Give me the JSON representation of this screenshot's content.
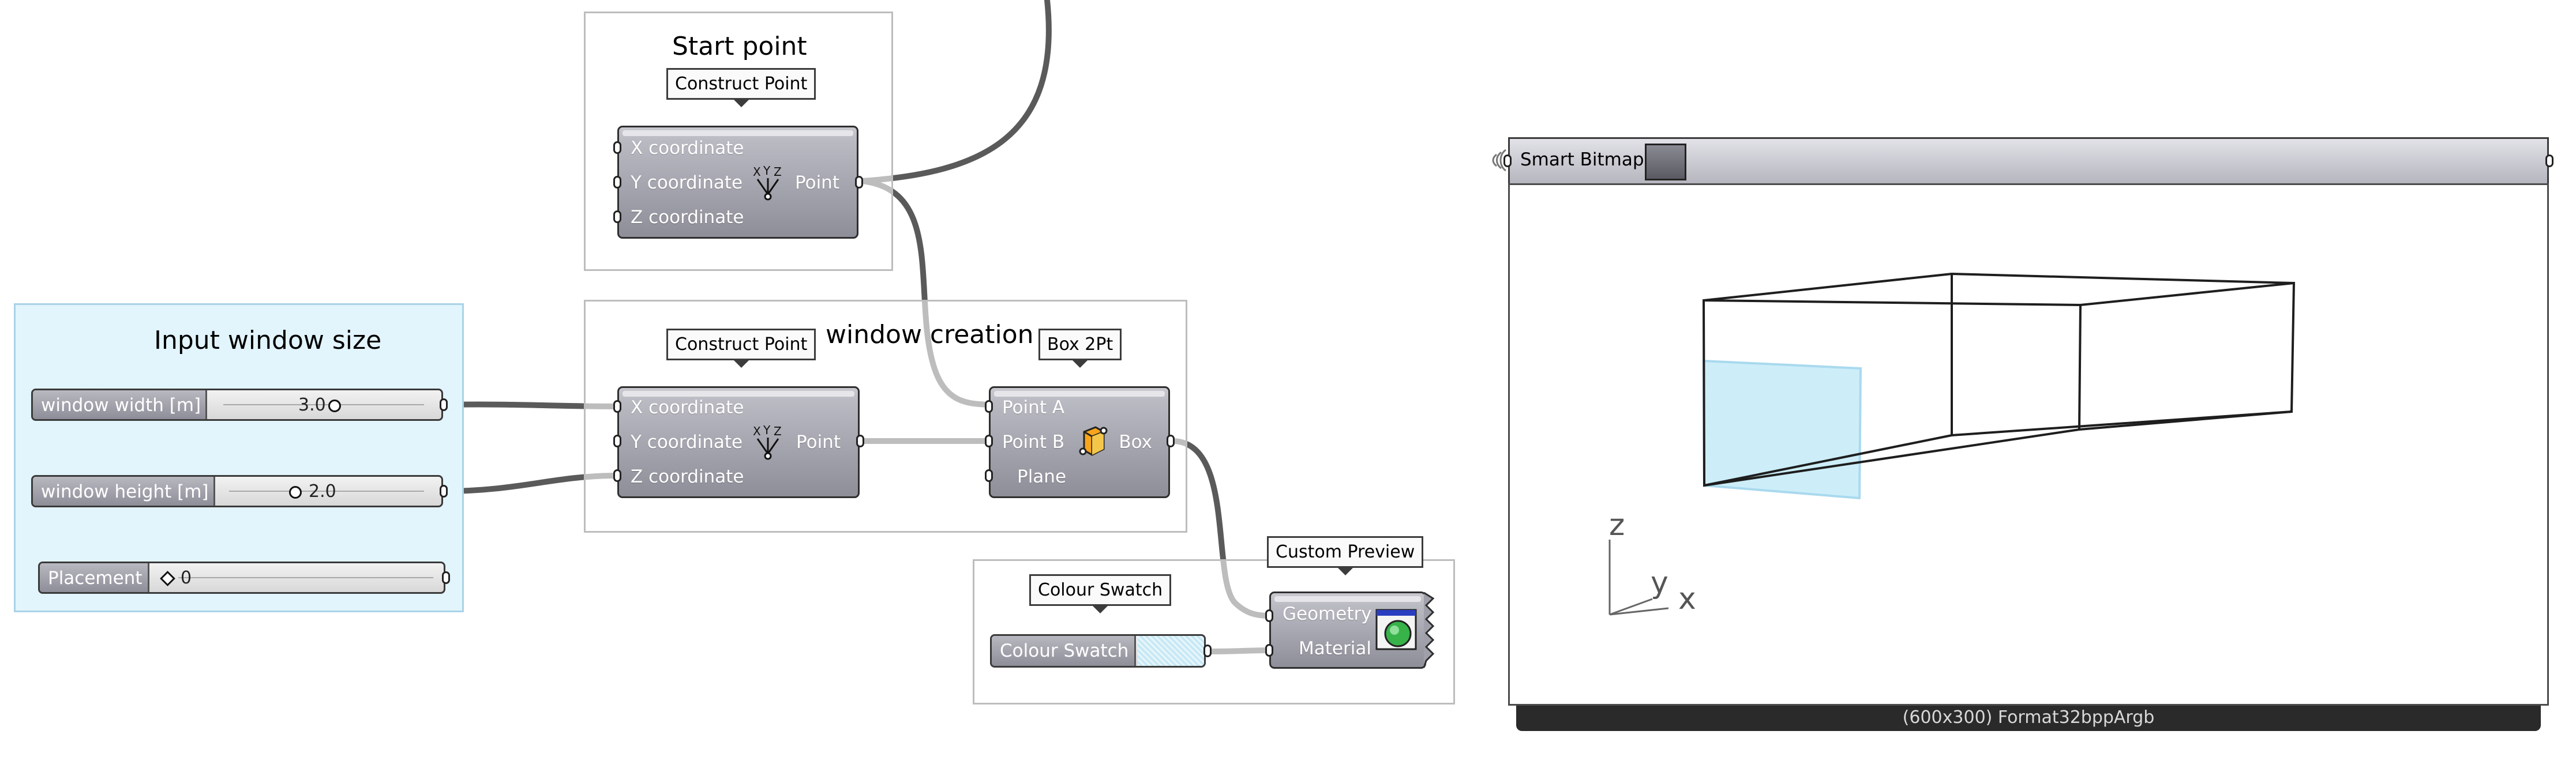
{
  "groups": {
    "start_point": "Start point",
    "input_window_size": "Input window size",
    "window_creation": "window creation"
  },
  "tags": {
    "construct_point_top": "Construct Point",
    "construct_point_mid": "Construct Point",
    "box_2pt": "Box 2Pt",
    "colour_swatch": "Colour Swatch",
    "custom_preview": "Custom Preview"
  },
  "construct_point_top": {
    "inputs": [
      "X coordinate",
      "Y coordinate",
      "Z coordinate"
    ],
    "output": "Point",
    "icon": "xyz-icon"
  },
  "construct_point_mid": {
    "inputs": [
      "X coordinate",
      "Y coordinate",
      "Z coordinate"
    ],
    "output": "Point",
    "icon": "xyz-icon"
  },
  "box_2pt": {
    "inputs": [
      "Point A",
      "Point B",
      "Plane"
    ],
    "output": "Box",
    "icon": "box-icon"
  },
  "custom_preview": {
    "inputs": [
      "Geometry",
      "Material"
    ],
    "icon": "preview-sphere-icon"
  },
  "sliders": {
    "window_width": {
      "label": "window width [m]",
      "value": "3.0",
      "position": 0.6
    },
    "window_height": {
      "label": "window height [m]",
      "value": "2.0",
      "position": 0.4
    },
    "placement": {
      "label": "Placement",
      "value": "0",
      "position": 0.0
    }
  },
  "colour_swatch": {
    "label": "Colour Swatch",
    "color": "#c7e8f5"
  },
  "smart_bitmap": {
    "title": "Smart Bitmap",
    "footer": "(600x300) Format32bppArgb",
    "axes": {
      "z": "z",
      "y": "y",
      "x": "x"
    }
  },
  "colors": {
    "component_fill": "#9a9aa5",
    "wire": "#5a5a5a",
    "group_blue": "#e2f4fc",
    "window_fill": "#cdeef9"
  }
}
